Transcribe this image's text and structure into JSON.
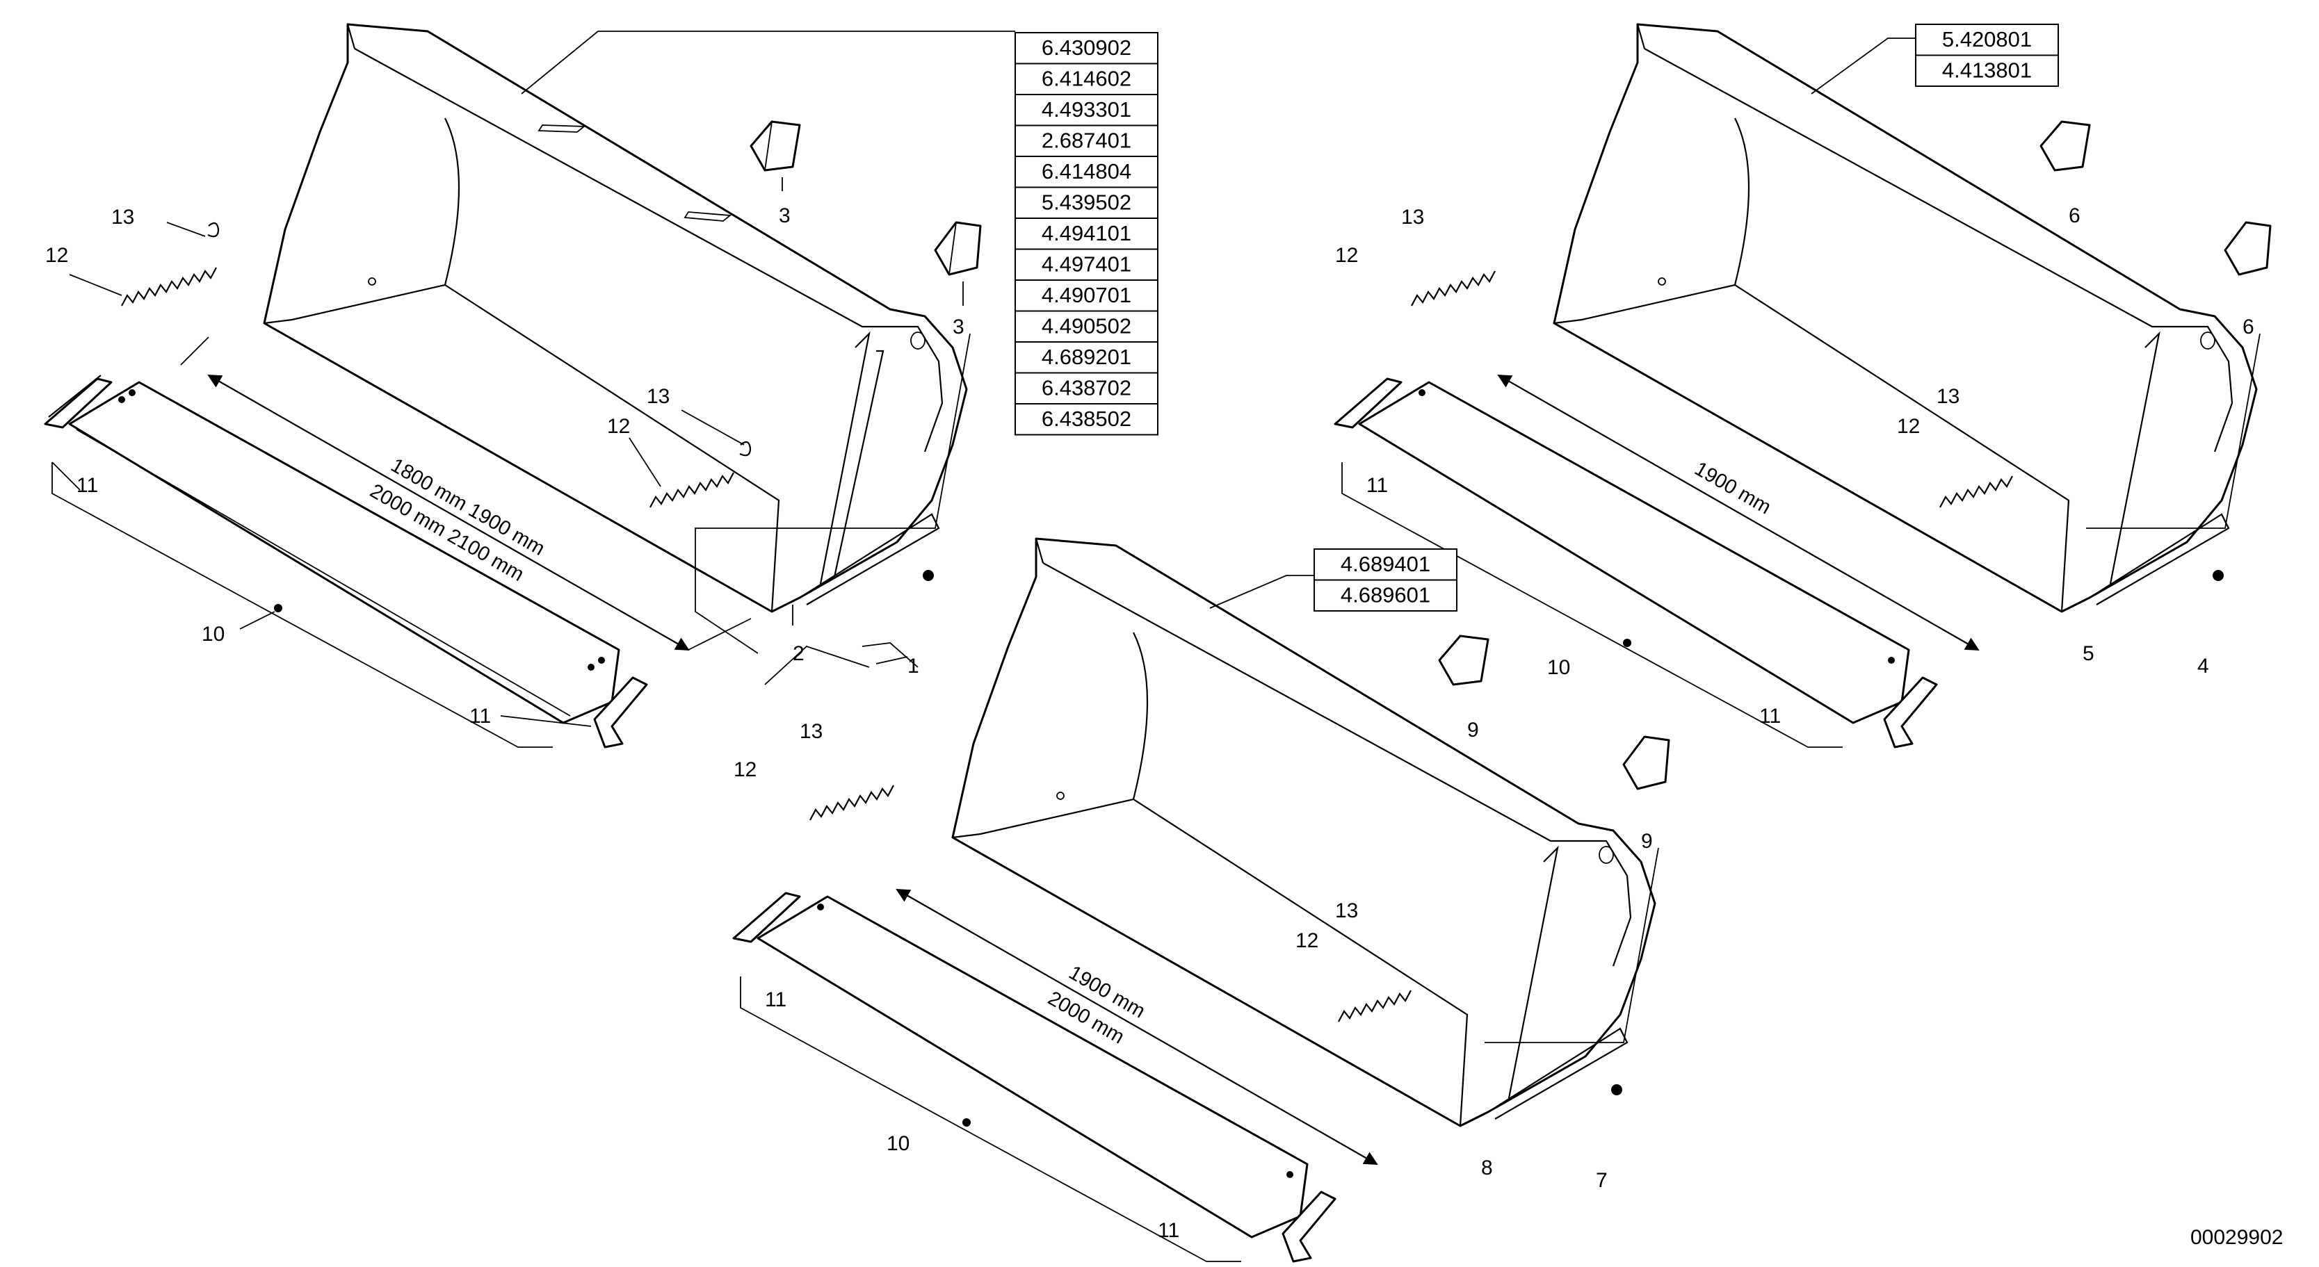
{
  "drawing_number": "00029902",
  "part_number_tables": [
    [
      "6.430902",
      "6.414602",
      "4.493301",
      "2.687401",
      "6.414804",
      "5.439502",
      "4.494101",
      "4.497401",
      "4.490701",
      "4.490502",
      "4.689201",
      "6.438702",
      "6.438502"
    ],
    [
      "5.420801",
      "4.413801"
    ],
    [
      "4.689401",
      "4.689601"
    ]
  ],
  "dimensions": {
    "bucket_1_line1": "1800 mm  1900 mm",
    "bucket_1_line2": "2000 mm  2100 mm",
    "bucket_4_line1": "1900 mm",
    "bucket_7_line1": "1900 mm",
    "bucket_7_line2": "2000 mm"
  },
  "callouts": {
    "b1": {
      "bucket": "1",
      "bucket_body": "2",
      "wear_pad_a": "3",
      "wear_pad_b": "3",
      "blade": "10",
      "clip_left": "11",
      "clip_right": "11",
      "spring_left": "12",
      "hook_left": "13",
      "spring_right": "12",
      "hook_right": "13"
    },
    "b4": {
      "bucket": "4",
      "bucket_body": "5",
      "wear_pad_a": "6",
      "wear_pad_b": "6",
      "blade": "10",
      "clip_left": "11",
      "clip_right": "11",
      "spring_left": "12",
      "hook_left": "13",
      "spring_right": "12",
      "hook_right": "13"
    },
    "b7": {
      "bucket": "7",
      "bucket_body": "8",
      "wear_pad_a": "9",
      "wear_pad_b": "9",
      "blade": "10",
      "clip_left": "11",
      "clip_right": "11",
      "spring_left": "12",
      "hook_left": "13",
      "spring_right": "12",
      "hook_right": "13"
    }
  }
}
